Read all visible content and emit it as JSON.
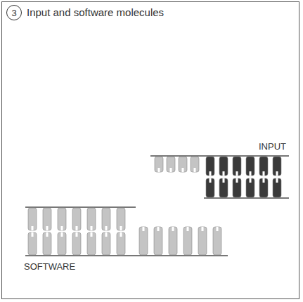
{
  "diagram": {
    "title": "Input and software molecules",
    "nodes": [
      {
        "text": [
          "3"
        ]
      }
    ],
    "labels": [
      "INPUT",
      "SOFTWARE"
    ]
  }
}
